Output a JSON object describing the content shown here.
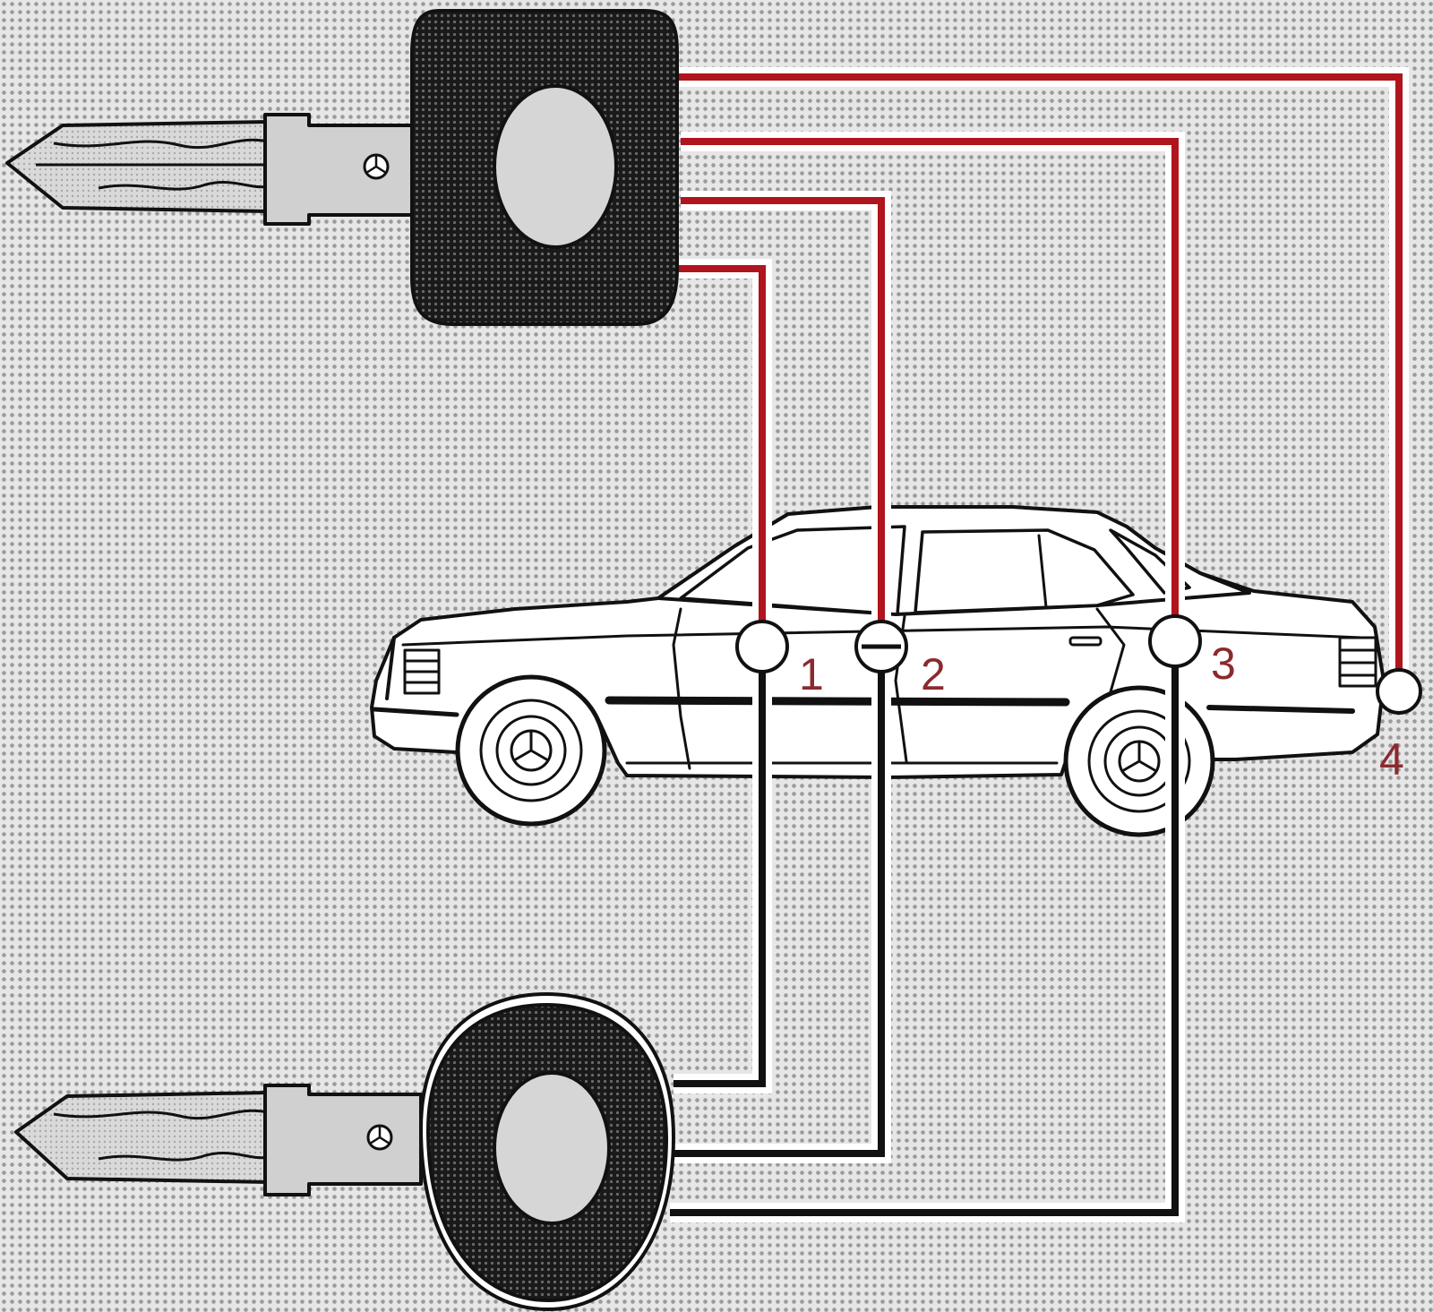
{
  "colors": {
    "background_light": "#e6e6e6",
    "background_dark": "#9a9a9a",
    "master_line": "#b0141c",
    "valet_line": "#111111",
    "label": "#8a2a2e",
    "outline": "#111111",
    "fill_white": "#ffffff"
  },
  "keys": [
    {
      "id": "master-key",
      "line_color": "master_line",
      "grants_access_to": [
        "1",
        "2",
        "3",
        "4"
      ]
    },
    {
      "id": "valet-key",
      "line_color": "valet_line",
      "grants_access_to": [
        "1",
        "2",
        "3"
      ]
    }
  ],
  "locks": [
    {
      "id": "1",
      "label": "1"
    },
    {
      "id": "2",
      "label": "2"
    },
    {
      "id": "3",
      "label": "3"
    },
    {
      "id": "4",
      "label": "4"
    }
  ],
  "icons": {
    "key": "car-key-icon",
    "car": "sedan-car-icon",
    "lock": "lock-cylinder-icon"
  }
}
